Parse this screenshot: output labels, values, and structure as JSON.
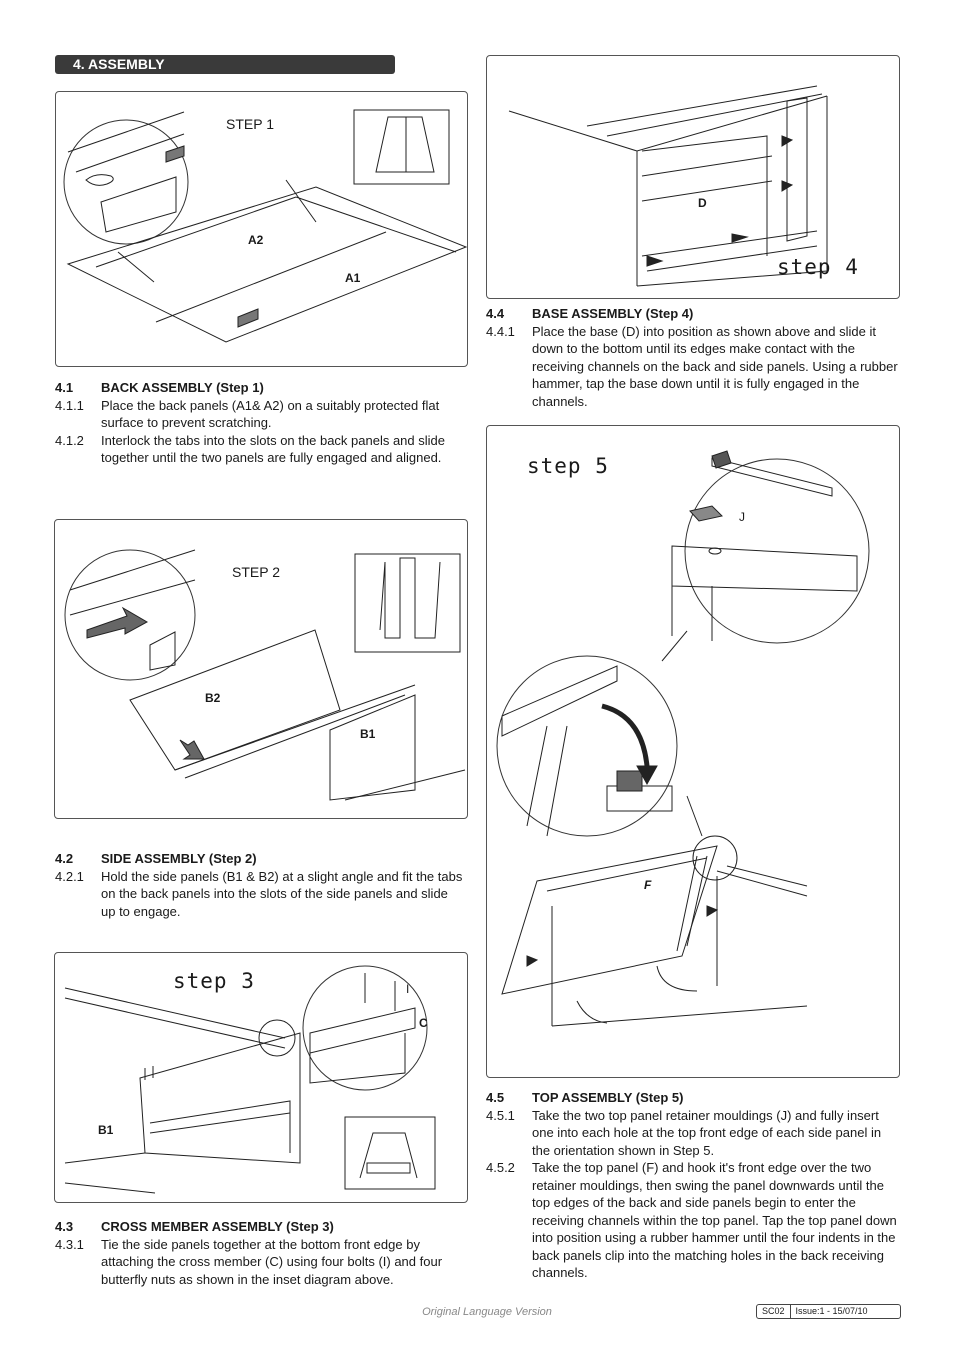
{
  "header": {
    "section_title": "4.   ASSEMBLY"
  },
  "figures": {
    "step1": {
      "label": "STEP 1",
      "parts": [
        "A2",
        "A1"
      ]
    },
    "step2": {
      "label": "STEP 2",
      "parts": [
        "B2",
        "B1"
      ]
    },
    "step3": {
      "label": "step  3",
      "parts": [
        "I",
        "C",
        "B1"
      ]
    },
    "step4": {
      "label": "step  4",
      "parts": [
        "D"
      ]
    },
    "step5": {
      "label": "step  5",
      "parts": [
        "J",
        "F"
      ]
    }
  },
  "sections": [
    {
      "num": "4.1",
      "title": "BACK ASSEMBLY (Step 1)",
      "items": [
        {
          "num": "4.1.1",
          "text": "Place the back panels (A1& A2) on a suitably protected flat surface to prevent scratching."
        },
        {
          "num": "4.1.2",
          "text": "Interlock the tabs into the slots on the back panels and slide together until the two panels are fully engaged and aligned."
        }
      ]
    },
    {
      "num": "4.2",
      "title": "SIDE ASSEMBLY (Step 2)",
      "items": [
        {
          "num": "4.2.1",
          "text": "Hold the side panels (B1 & B2) at a slight angle and fit the tabs on the back panels into the slots of the side panels and slide up to engage."
        }
      ]
    },
    {
      "num": "4.3",
      "title": "CROSS MEMBER ASSEMBLY (Step 3)",
      "items": [
        {
          "num": "4.3.1",
          "text": "Tie the side panels together at the bottom front edge by attaching the cross member (C) using four bolts (I) and four butterfly nuts as shown in the inset diagram above."
        }
      ]
    },
    {
      "num": "4.4",
      "title": "BASE ASSEMBLY (Step 4)",
      "items": [
        {
          "num": "4.4.1",
          "text": "Place the base (D) into position as shown above and slide it down to the bottom until its edges make contact with the receiving  channels on the back and side panels. Using a rubber hammer, tap the base down until it is fully engaged in the channels."
        }
      ]
    },
    {
      "num": "4.5",
      "title": "TOP ASSEMBLY (Step 5)",
      "items": [
        {
          "num": "4.5.1",
          "text": "Take the two top panel retainer mouldings (J) and fully insert one into each hole at the top front edge of each side panel in the orientation shown in Step 5."
        },
        {
          "num": "4.5.2",
          "text": "Take the top panel (F) and hook it's front edge over the two retainer mouldings, then swing the panel downwards until the top edges of the back and side panels begin to enter the receiving channels within the top panel. Tap the top panel down into position using a rubber hammer until the four indents in the back panels clip into the matching holes in the back receiving channels."
        }
      ]
    }
  ],
  "footer": {
    "language": "Original Language Version",
    "model": "SC02",
    "issue": "Issue:1 - 15/07/10"
  }
}
